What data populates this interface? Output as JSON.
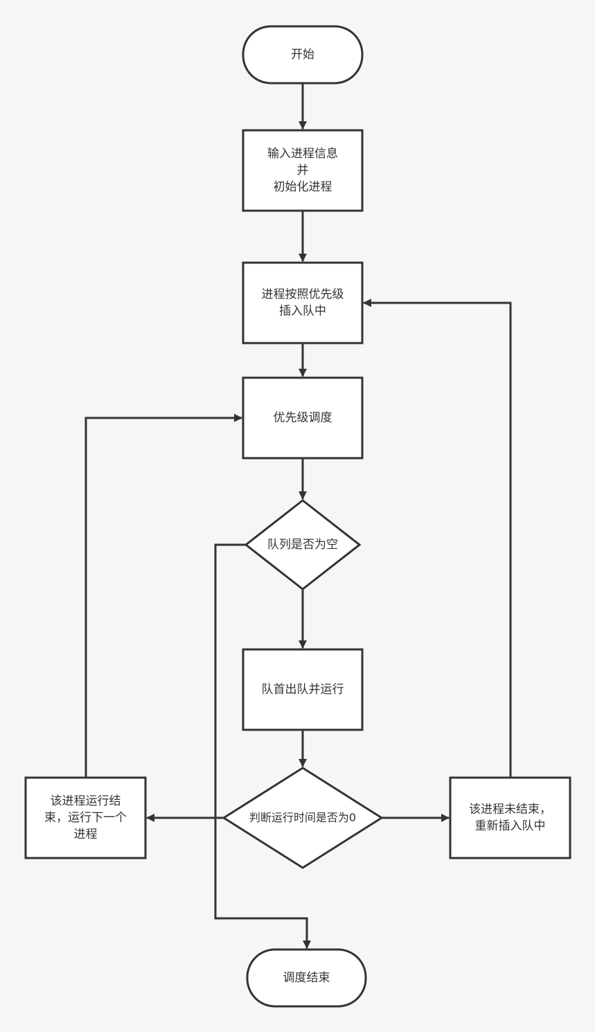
{
  "colors": {
    "background": "#f6f6f6",
    "node_fill": "#ffffff",
    "stroke": "#333333",
    "text": "#333333"
  },
  "nodes": {
    "start": "开始",
    "input_init": "输入进程信息\n并\n初始化进程",
    "insert_priority": "进程按照优先级\n插入队中",
    "priority_schedule": "优先级调度",
    "queue_empty": "队列是否为空",
    "dequeue_run": "队首出队并运行",
    "runtime_zero": "判断运行时间是否为0",
    "process_done": "该进程运行结\n束，运行下一个\n进程",
    "process_not_done": "该进程未结束，\n重新插入队中",
    "end": "调度结束"
  }
}
